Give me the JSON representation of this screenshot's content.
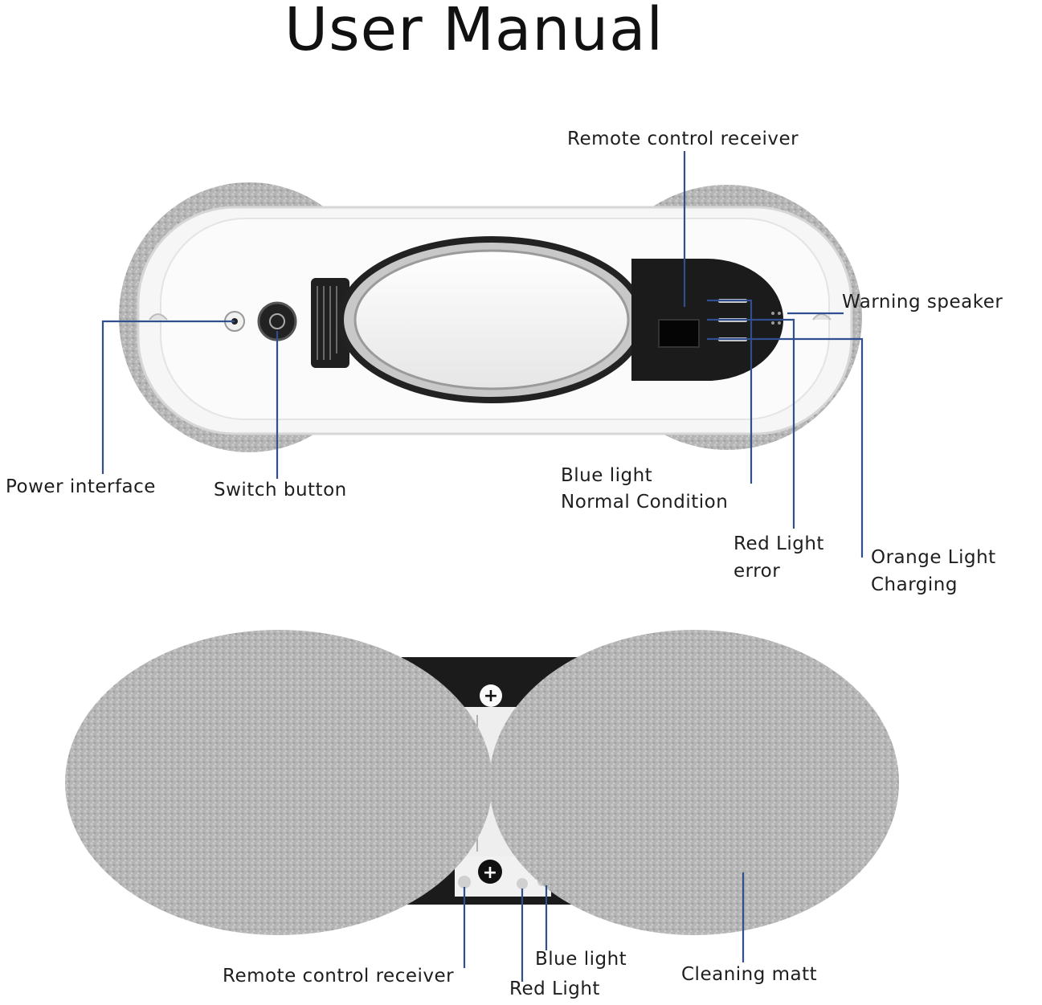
{
  "title": "User Manual",
  "top_view": {
    "remote_control_receiver": "Remote control receiver",
    "warning_speaker": "Warning speaker",
    "power_interface": "Power interface",
    "switch_button": "Switch button",
    "blue_light": "Blue light",
    "blue_light_meaning": "Normal Condition",
    "red_light": "Red Light",
    "red_light_meaning": "error",
    "orange_light": "Orange Light",
    "orange_light_meaning": "Charging"
  },
  "bottom_view": {
    "remote_control_receiver": "Remote control receiver",
    "blue_light": "Blue light",
    "red_light": "Red Light",
    "cleaning_matt": "Cleaning matt"
  },
  "colors": {
    "leader_line": "#2f4f8f",
    "mop_pad": "#b7b7b7",
    "body_white": "#f4f4f4",
    "panel_black": "#1a1a1a"
  }
}
